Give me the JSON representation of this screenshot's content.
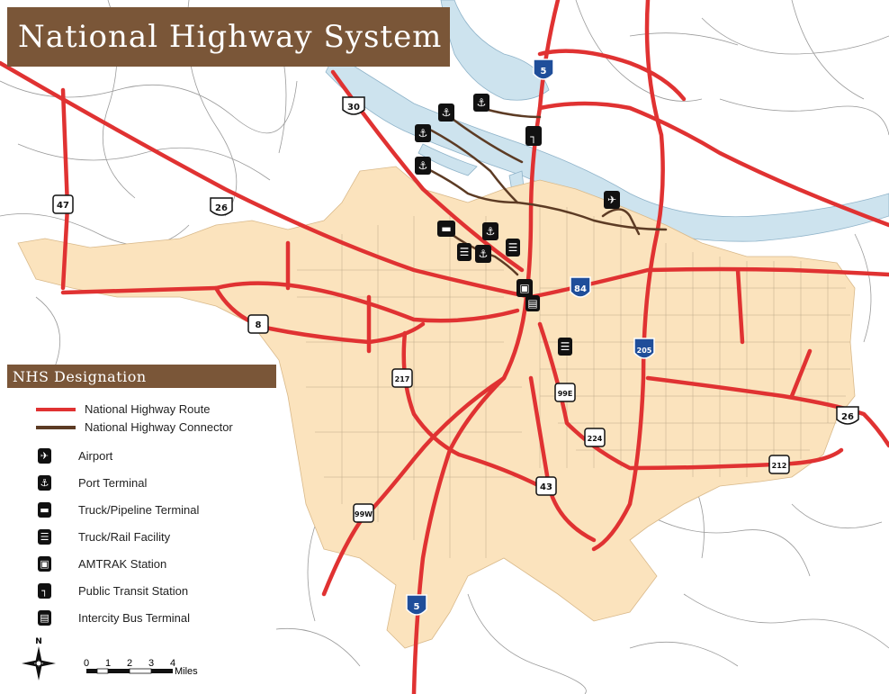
{
  "title": "National Highway System",
  "legend": {
    "header": "NHS Designation",
    "items": [
      {
        "label": "National Highway Route",
        "kind": "line",
        "color": "#e03232"
      },
      {
        "label": "National Highway Connector",
        "kind": "line",
        "color": "#5c3b24"
      },
      {
        "label": "Airport",
        "kind": "symbol",
        "icon": "airplane-icon",
        "glyph": "✈"
      },
      {
        "label": "Port Terminal",
        "kind": "symbol",
        "icon": "anchor-icon",
        "glyph": "⚓"
      },
      {
        "label": "Truck/Pipeline Terminal",
        "kind": "symbol",
        "icon": "truck-icon",
        "glyph": "▬"
      },
      {
        "label": "Truck/Rail Facility",
        "kind": "symbol",
        "icon": "rail-facility-icon",
        "glyph": "☰"
      },
      {
        "label": "AMTRAK Station",
        "kind": "symbol",
        "icon": "train-icon",
        "glyph": "▣"
      },
      {
        "label": "Public Transit Station",
        "kind": "symbol",
        "icon": "transit-icon",
        "glyph": "┐"
      },
      {
        "label": "Intercity Bus Terminal",
        "kind": "symbol",
        "icon": "bus-icon",
        "glyph": "▤"
      }
    ]
  },
  "scale": {
    "ticks": [
      "0",
      "1",
      "2",
      "3",
      "4"
    ],
    "unit": "Miles"
  },
  "north_label": "N",
  "route_shields": [
    {
      "label": "5",
      "type": "interstate"
    },
    {
      "label": "5",
      "type": "interstate"
    },
    {
      "label": "84",
      "type": "interstate"
    },
    {
      "label": "205",
      "type": "interstate"
    },
    {
      "label": "30",
      "type": "us"
    },
    {
      "label": "26",
      "type": "us"
    },
    {
      "label": "26",
      "type": "us"
    },
    {
      "label": "47",
      "type": "state"
    },
    {
      "label": "8",
      "type": "state"
    },
    {
      "label": "217",
      "type": "state"
    },
    {
      "label": "99E",
      "type": "state"
    },
    {
      "label": "224",
      "type": "state"
    },
    {
      "label": "43",
      "type": "state"
    },
    {
      "label": "212",
      "type": "state"
    },
    {
      "label": "99W",
      "type": "state"
    }
  ],
  "colors": {
    "urban_area": "#fbe3bd",
    "water": "#cde3ee",
    "highway": "#e03232",
    "connector": "#5c3b24",
    "header_bg": "#7a5638",
    "interstate_blue": "#1f4e9a"
  }
}
